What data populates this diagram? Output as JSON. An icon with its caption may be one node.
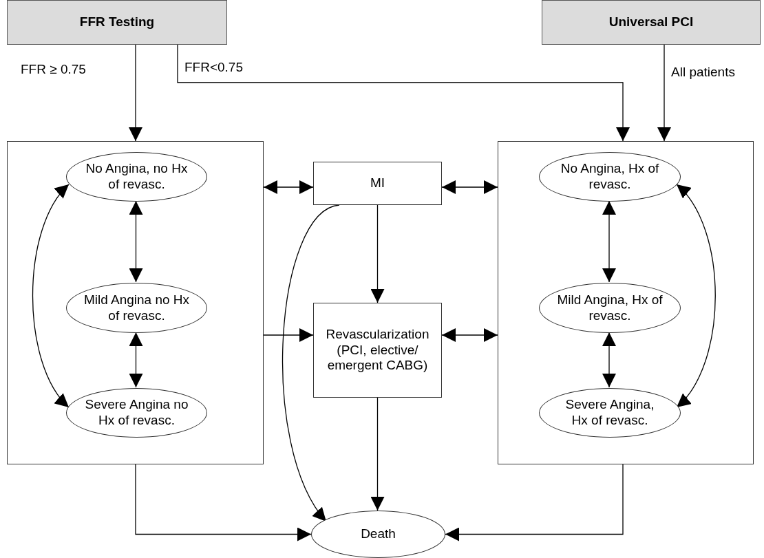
{
  "diagram": {
    "nodes": [
      {
        "text": [
          "FFR Testing"
        ]
      },
      {
        "text": [
          "Universal PCI"
        ]
      },
      {
        "text": [],
        "shape": "box"
      },
      {
        "text": [
          "No Angina, no Hx of revasc."
        ],
        "in": 2
      },
      {
        "text": [
          "Mild Angina no Hx of revasc."
        ],
        "in": 2
      },
      {
        "text": [
          "Severe Angina no Hx of revasc."
        ],
        "in": 2
      },
      {
        "text": [
          "MI"
        ]
      },
      {
        "text": [
          "Revascularization (PCI, elective/ emergent CABG)"
        ]
      },
      {
        "text": [],
        "shape": "box"
      },
      {
        "text": [
          "No Angina, Hx of revasc."
        ],
        "in": 8
      },
      {
        "text": [
          "Mild Angina, Hx of revasc."
        ],
        "in": 8
      },
      {
        "text": [
          "Severe Angina, Hx of revasc."
        ],
        "in": 8
      },
      {
        "text": [
          "Death"
        ]
      }
    ],
    "edges": [
      {
        "from": 0,
        "to": 2,
        "arrow": "to",
        "label": "FFR ≥ 0.75"
      },
      {
        "from": 0,
        "to": 8,
        "arrow": "to",
        "label": "FFR<0.75"
      },
      {
        "from": 1,
        "to": 8,
        "arrow": "to",
        "label": "All patients"
      },
      {
        "from": 2,
        "to": 6,
        "arrow": "both"
      },
      {
        "from": 6,
        "to": 8,
        "arrow": "both"
      },
      {
        "from": 3,
        "to": 4,
        "arrow": "both"
      },
      {
        "from": 4,
        "to": 5,
        "arrow": "both"
      },
      {
        "from": 3,
        "to": 5,
        "arrow": "both"
      },
      {
        "from": 9,
        "to": 10,
        "arrow": "both"
      },
      {
        "from": 10,
        "to": 11,
        "arrow": "both"
      },
      {
        "from": 9,
        "to": 11,
        "arrow": "both"
      },
      {
        "from": 6,
        "to": 7,
        "arrow": "to"
      },
      {
        "from": 6,
        "to": 12,
        "arrow": "to"
      },
      {
        "from": 2,
        "to": 7,
        "arrow": "to"
      },
      {
        "from": 7,
        "to": 8,
        "arrow": "both"
      },
      {
        "from": 7,
        "to": 12,
        "arrow": "to"
      },
      {
        "from": 2,
        "to": 12,
        "arrow": "to"
      },
      {
        "from": 8,
        "to": 12,
        "arrow": "to"
      }
    ]
  }
}
